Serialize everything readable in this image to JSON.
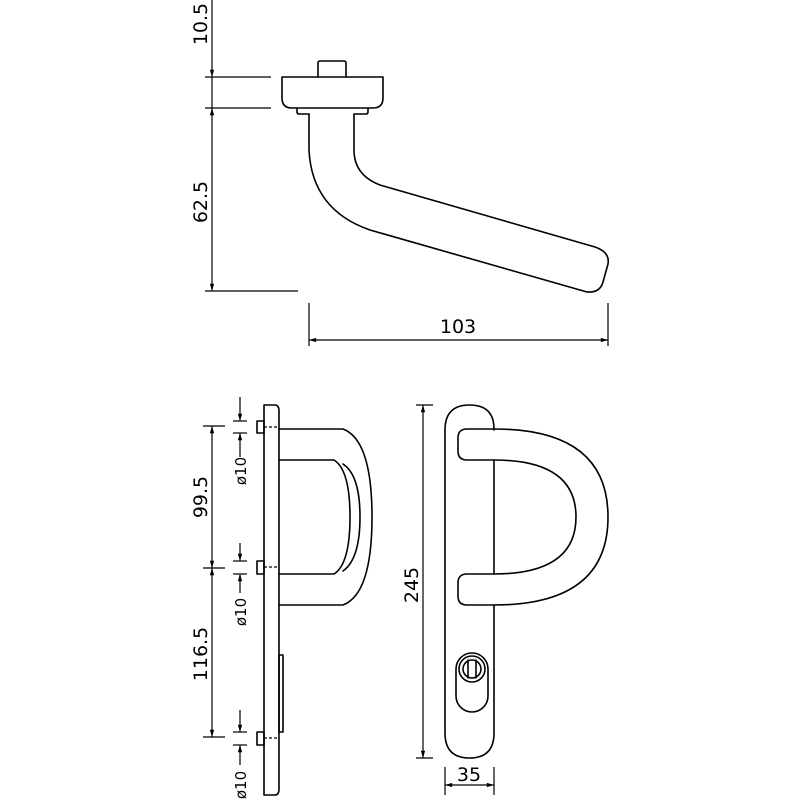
{
  "drawing": {
    "side_view": {
      "dimensions": {
        "rose_height": "10.5",
        "lever_drop": "62.5",
        "lever_length": "103"
      }
    },
    "plate_side_view": {
      "dimensions": {
        "upper_spacing": "99.5",
        "lower_spacing": "116.5",
        "screw_diameter_1": "ø10",
        "screw_diameter_2": "ø10",
        "screw_diameter_3": "ø10"
      }
    },
    "front_view": {
      "dimensions": {
        "plate_length": "245",
        "plate_width": "35"
      }
    }
  }
}
